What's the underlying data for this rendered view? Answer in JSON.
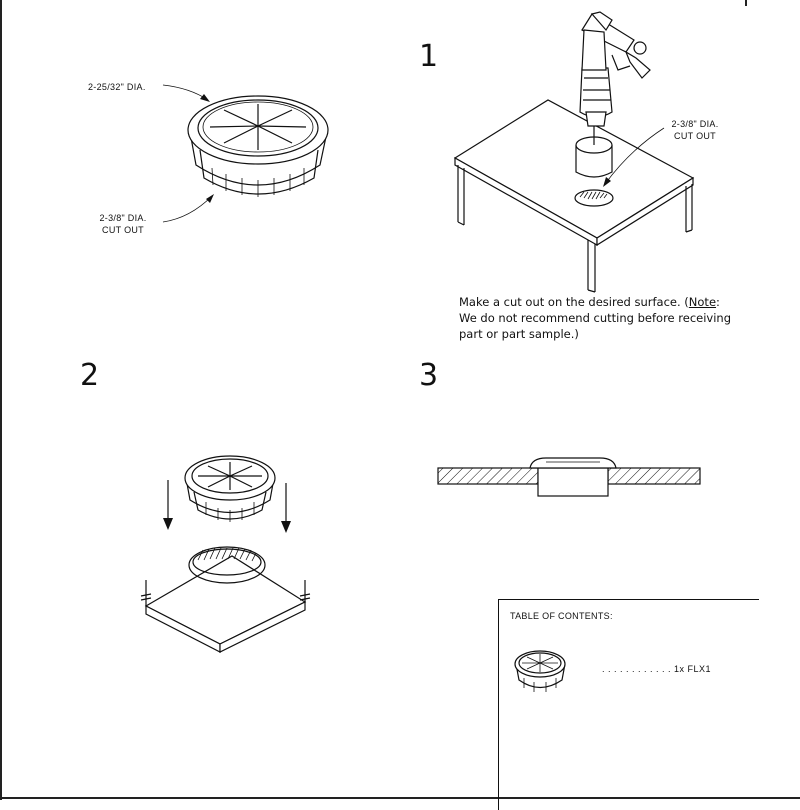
{
  "steps": [
    {
      "number": "1",
      "instruction_parts": [
        "Make a cut out on the desired surface. (",
        "Note",
        ":",
        "We do not recommend cutting before receiving",
        "part or part sample.)"
      ]
    },
    {
      "number": "2"
    },
    {
      "number": "3"
    }
  ],
  "dimensions": {
    "top_diameter": "2-25/32\" DIA.",
    "cutout_line1": "2-3/8\" DIA.",
    "cutout_line2": "CUT OUT",
    "drill_cutout_line1": "2-3/8\" DIA.",
    "drill_cutout_line2": "CUT OUT"
  },
  "table_of_contents": {
    "title": "TABLE OF CONTENTS:",
    "items": [
      {
        "leader": ". . . . . . . . . . . .",
        "label": "1x FLX1"
      }
    ]
  }
}
